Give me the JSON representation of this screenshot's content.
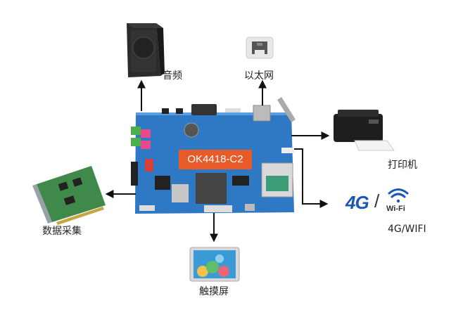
{
  "board": {
    "model": "OK4418-C2"
  },
  "peripherals": {
    "speaker": "音频",
    "ethernet": "以太网",
    "printer": "打印机",
    "wireless_4g_label": "4G",
    "wireless_wifi_label": "Wi-Fi",
    "wireless": "4G/WIFI",
    "daq": "数据采集",
    "touchscreen": "触摸屏"
  },
  "colors": {
    "board_blue": "#2f78c4",
    "arrow": "#111111",
    "label_badge": "#e85a28",
    "accent_4g": "#1a56b8"
  }
}
